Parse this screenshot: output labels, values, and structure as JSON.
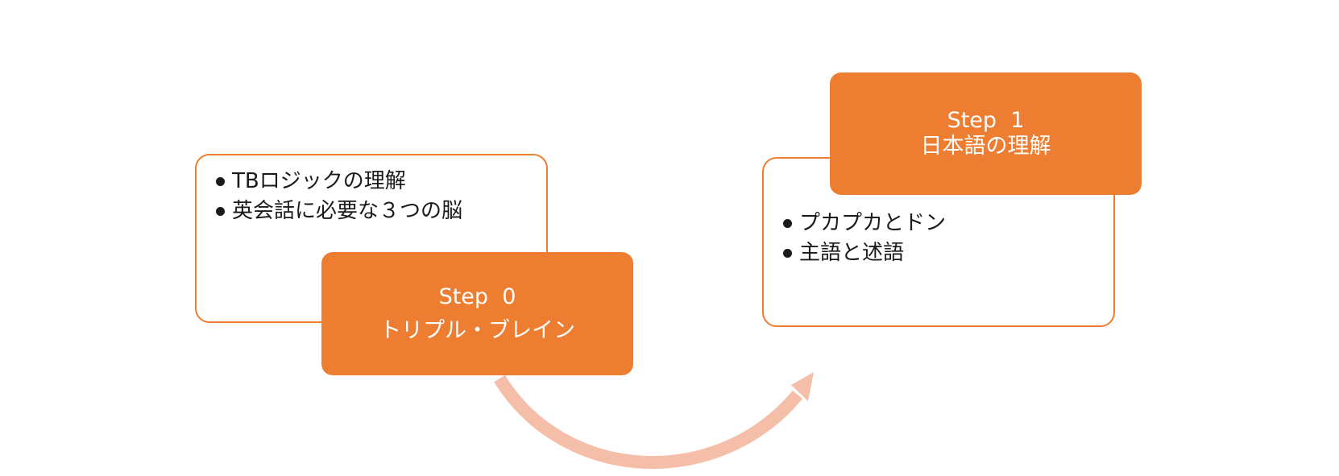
{
  "colors": {
    "accent": "#ED7D31",
    "arrow": "#F4BEA8",
    "text": "#1a1a1a",
    "step_text": "#ffffff"
  },
  "step0": {
    "title": "Step  0",
    "subtitle": "トリプル・ブレイン",
    "bullets": [
      "TBロジックの理解",
      "英会話に必要な３つの脳"
    ]
  },
  "step1": {
    "title": "Step  1",
    "subtitle": "日本語の理解",
    "bullets": [
      "プカプカとドン",
      "主語と述語"
    ]
  }
}
